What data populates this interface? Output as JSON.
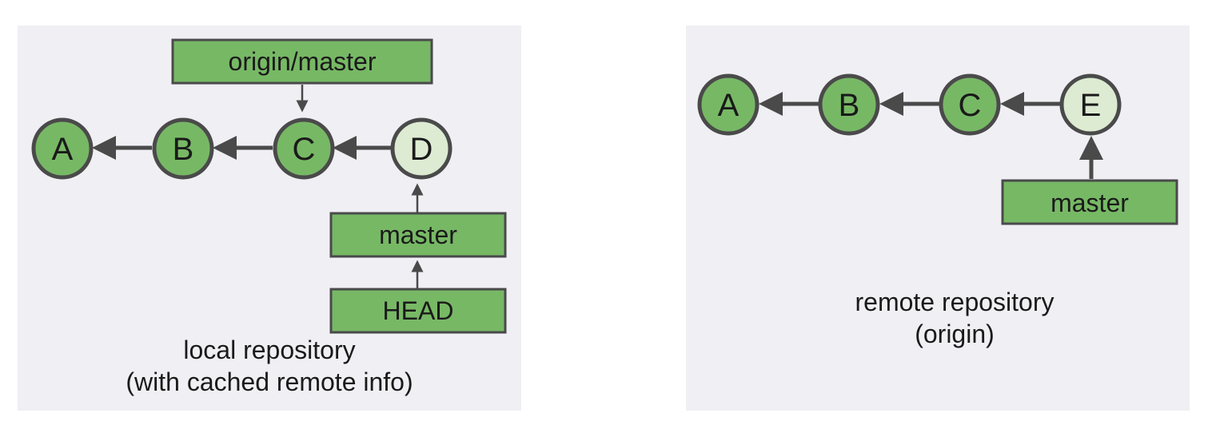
{
  "colors": {
    "panel_bg": "#efeff4",
    "commit_fill": "#77b865",
    "new_commit_fill": "#dcebd2",
    "ref_fill": "#77b865",
    "stroke": "#4a4a4a"
  },
  "local": {
    "commits": [
      {
        "id": "A",
        "label": "A",
        "style": "existing"
      },
      {
        "id": "B",
        "label": "B",
        "style": "existing"
      },
      {
        "id": "C",
        "label": "C",
        "style": "existing"
      },
      {
        "id": "D",
        "label": "D",
        "style": "new"
      }
    ],
    "refs": {
      "origin_master": "origin/master",
      "master": "master",
      "head": "HEAD"
    },
    "caption_line1": "local repository",
    "caption_line2": "(with cached remote info)"
  },
  "remote": {
    "commits": [
      {
        "id": "A",
        "label": "A",
        "style": "existing"
      },
      {
        "id": "B",
        "label": "B",
        "style": "existing"
      },
      {
        "id": "C",
        "label": "C",
        "style": "existing"
      },
      {
        "id": "E",
        "label": "E",
        "style": "new"
      }
    ],
    "refs": {
      "master": "master"
    },
    "caption_line1": "remote repository",
    "caption_line2": "(origin)"
  }
}
